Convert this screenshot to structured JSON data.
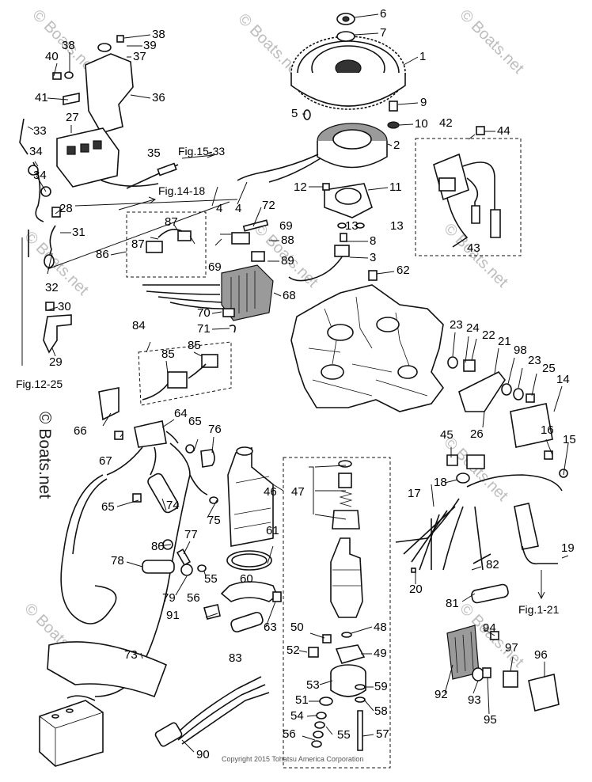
{
  "watermark": "© Boats.net",
  "copyright": "Copyright 2015 Tohatsu America Corporation",
  "figure_refs": [
    "Fig.15-33",
    "Fig.14-18",
    "Fig.12-25",
    "Fig.1-21"
  ],
  "part_numbers": [
    "1",
    "2",
    "3",
    "4",
    "5",
    "6",
    "7",
    "8",
    "9",
    "10",
    "11",
    "12",
    "13",
    "14",
    "15",
    "16",
    "17",
    "18",
    "19",
    "20",
    "21",
    "22",
    "23",
    "24",
    "25",
    "26",
    "27",
    "28",
    "29",
    "30",
    "31",
    "32",
    "33",
    "34",
    "35",
    "36",
    "37",
    "38",
    "39",
    "40",
    "41",
    "42",
    "43",
    "44",
    "45",
    "46",
    "47",
    "48",
    "49",
    "50",
    "51",
    "52",
    "53",
    "54",
    "55",
    "56",
    "57",
    "58",
    "59",
    "60",
    "61",
    "62",
    "63",
    "64",
    "65",
    "66",
    "67",
    "68",
    "69",
    "70",
    "71",
    "72",
    "73",
    "74",
    "75",
    "76",
    "77",
    "78",
    "79",
    "80",
    "81",
    "82",
    "83",
    "84",
    "85",
    "86",
    "87",
    "88",
    "89",
    "90",
    "91",
    "92",
    "93",
    "94",
    "95",
    "96",
    "97",
    "98"
  ]
}
